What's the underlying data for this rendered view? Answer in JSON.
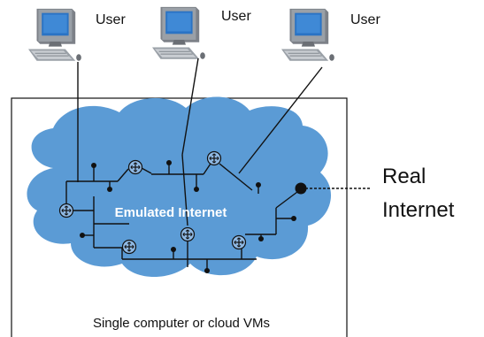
{
  "users": [
    {
      "label": "User"
    },
    {
      "label": "User"
    },
    {
      "label": "User"
    }
  ],
  "cloud": {
    "label": "Emulated Internet",
    "fill_color": "#5b9bd5",
    "router_color": "#8fb9e4"
  },
  "real_internet": {
    "line1": "Real",
    "line2": "Internet"
  },
  "container": {
    "label": "Single computer or cloud VMs"
  },
  "colors": {
    "monitor_frame": "#6b6f75",
    "screen": "#2a73c4",
    "line": "#111111"
  },
  "icons": [
    "computer-icon",
    "router-icon",
    "endpoint-dot-icon"
  ]
}
